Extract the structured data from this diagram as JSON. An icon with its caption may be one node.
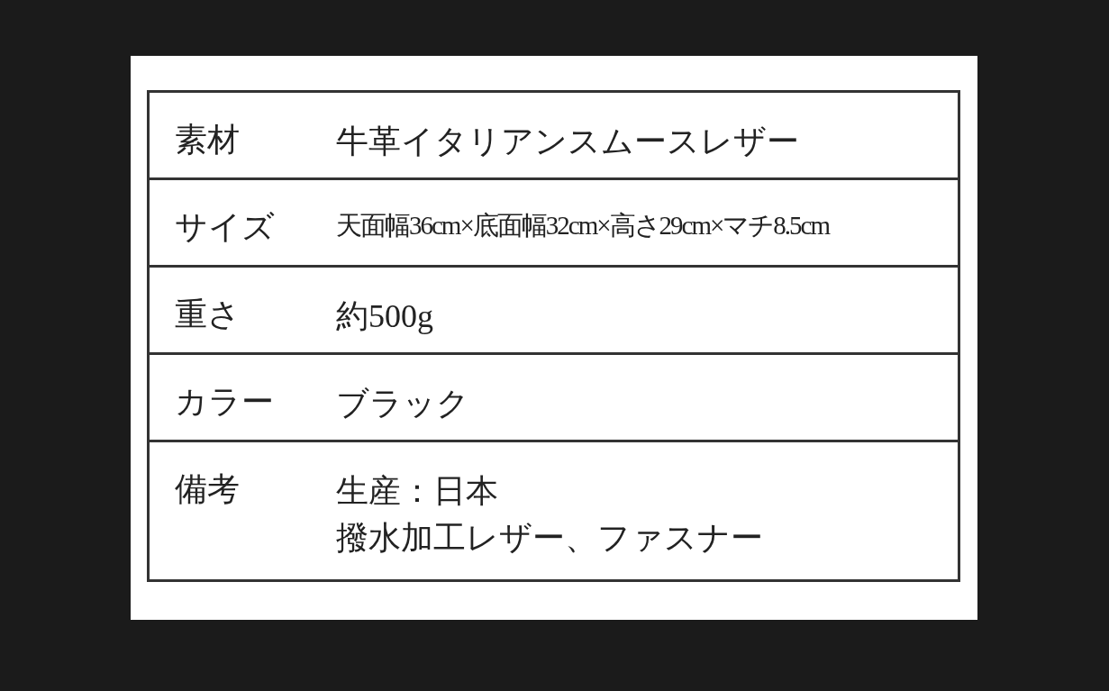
{
  "diagram": {
    "labels": [
      "素材",
      "牛革イタリアンスムースレザー",
      "サイズ",
      "天面幅36cm×底面幅32cm×高さ29cm×マチ8.5cm",
      "重さ",
      "約500g",
      "カラー",
      "ブラック",
      "備考",
      "生産：日本",
      "撥水加工レザー、ファスナー"
    ]
  }
}
